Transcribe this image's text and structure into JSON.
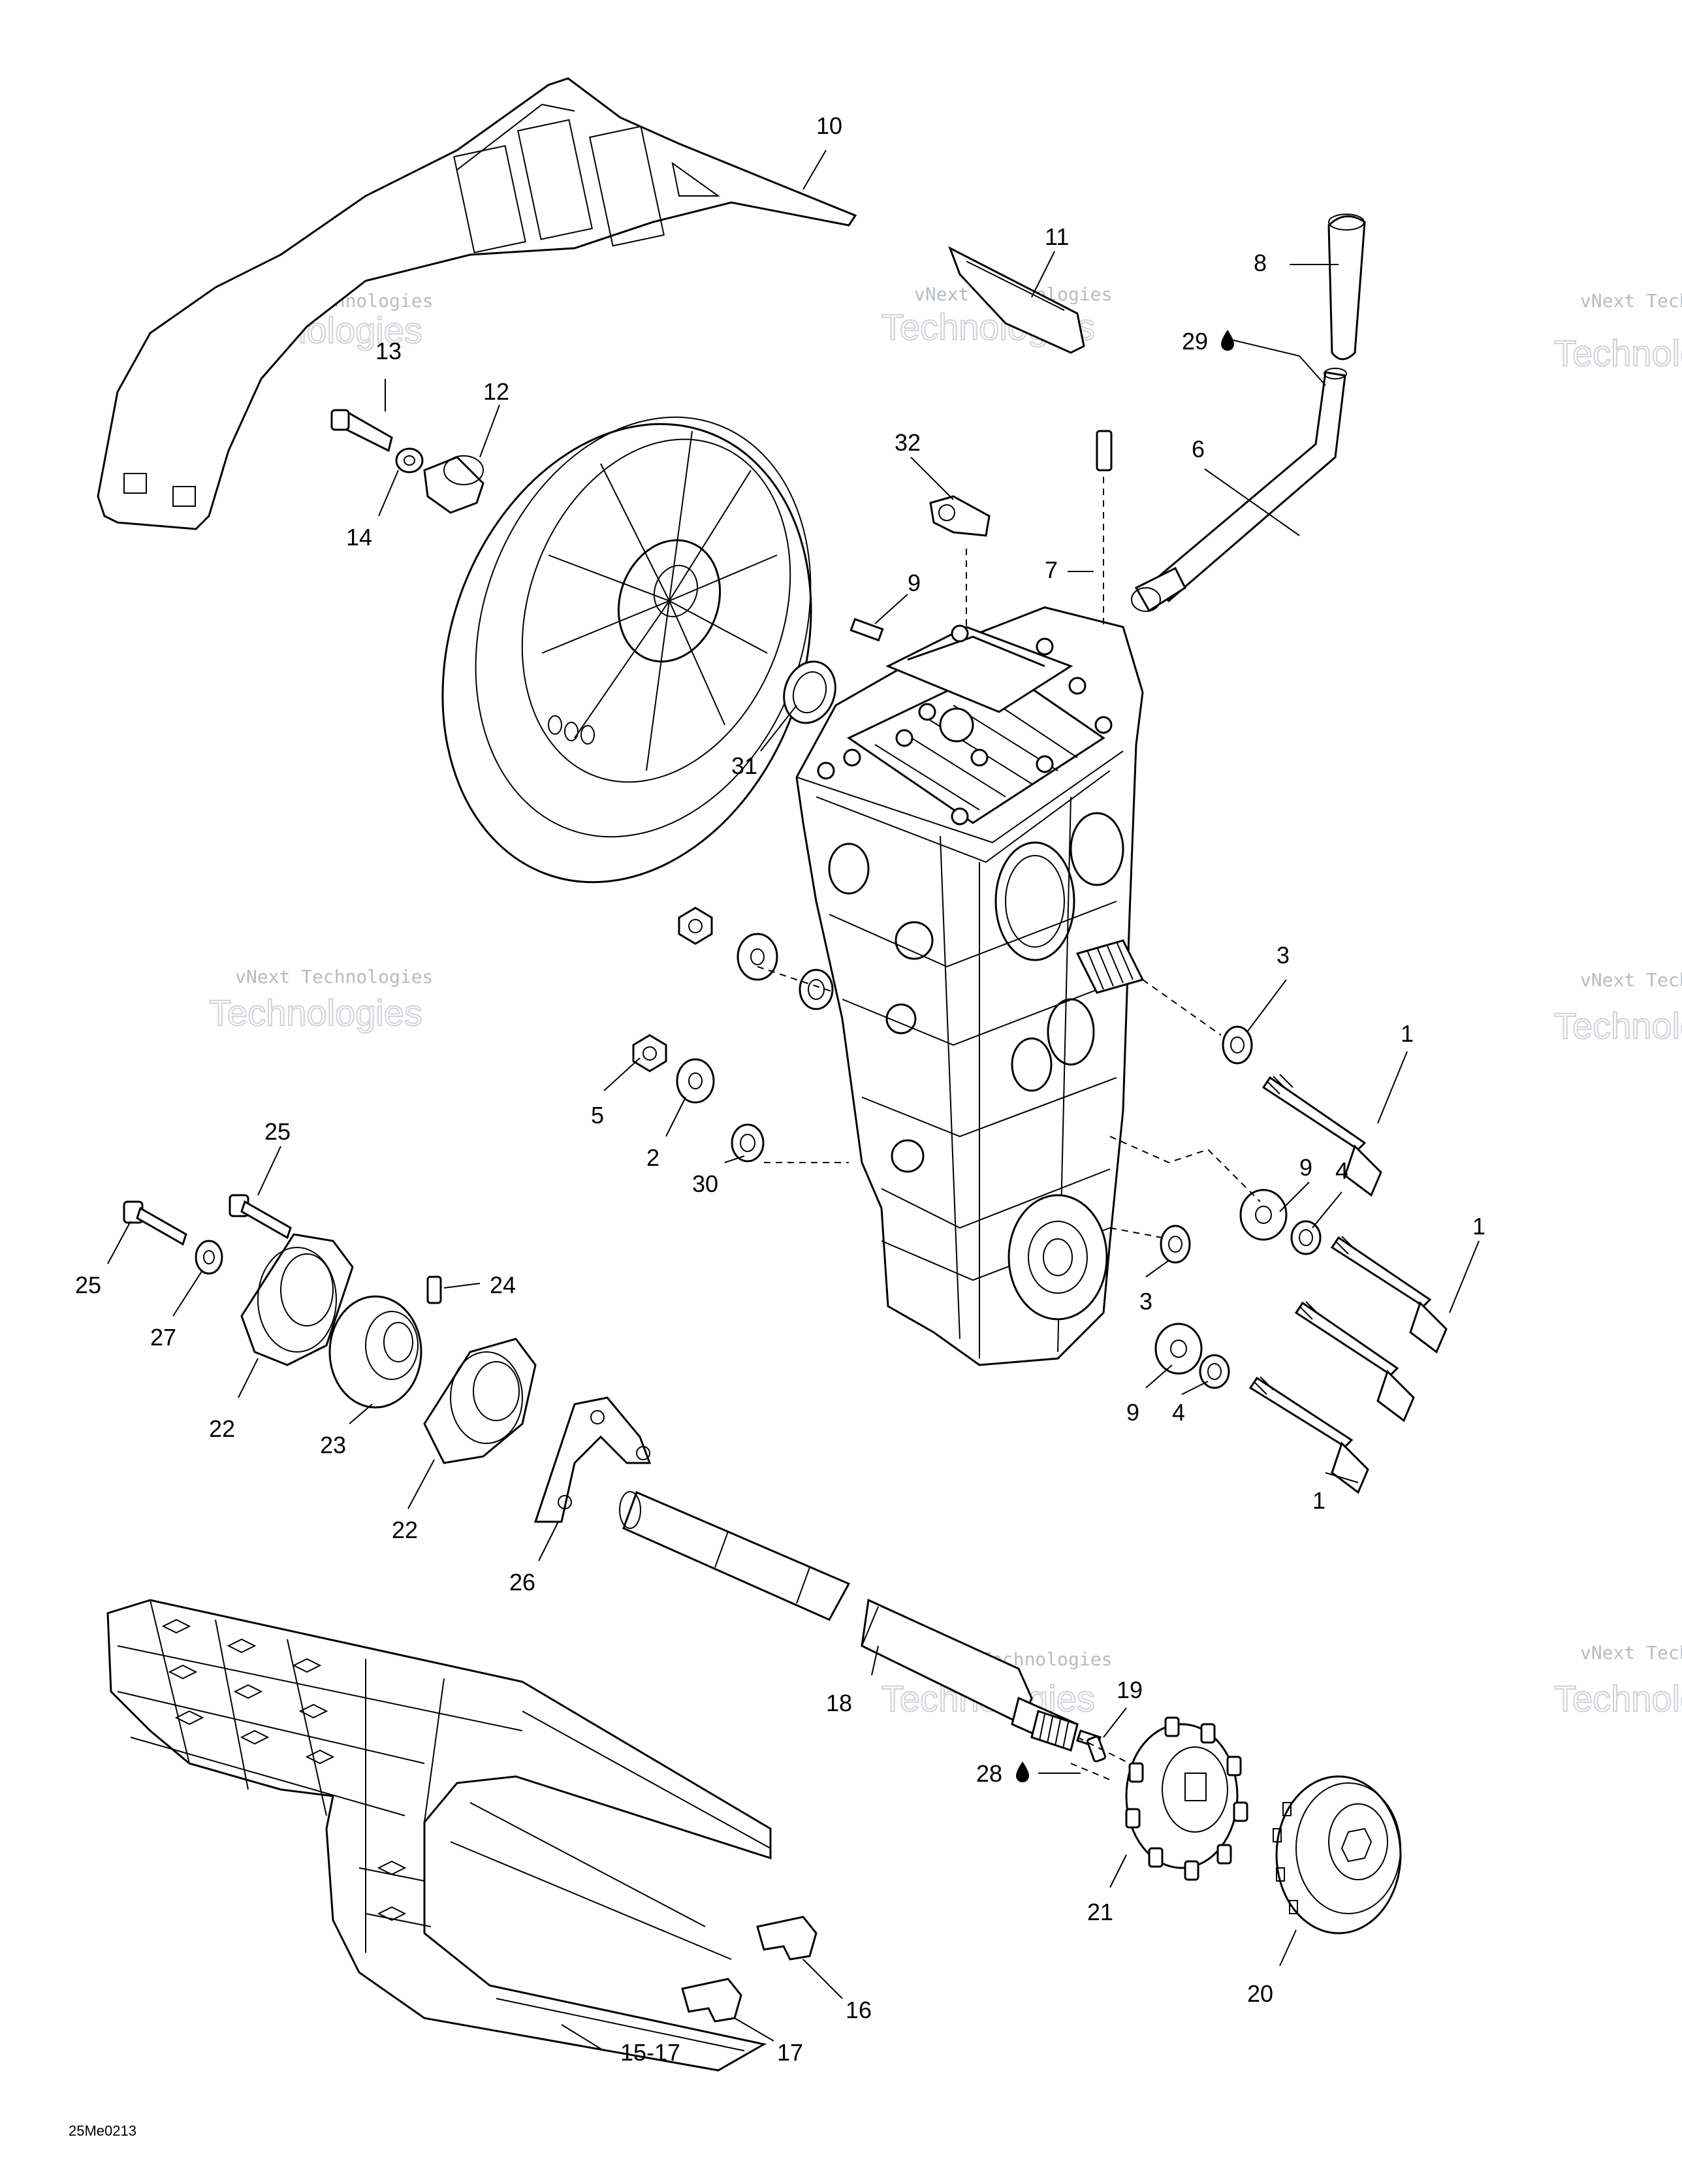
{
  "diagram": {
    "drawing_code": "25Me0213",
    "watermark_line1": "vNext Technologies",
    "watermark_line2": "vNext",
    "watermark_line3": "Technologies",
    "oil_icon": "oil-drop-icon",
    "callouts": {
      "c1a": "1",
      "c1b": "1",
      "c1c": "1",
      "c2": "2",
      "c3a": "3",
      "c3b": "3",
      "c4a": "4",
      "c4b": "4",
      "c5": "5",
      "c6": "6",
      "c7": "7",
      "c8": "8",
      "c9a": "9",
      "c9b": "9",
      "c9c": "9",
      "c10": "10",
      "c11": "11",
      "c12": "12",
      "c13": "13",
      "c14": "14",
      "c15": "15-17",
      "c16": "16",
      "c17": "17",
      "c18": "18",
      "c19": "19",
      "c20": "20",
      "c21": "21",
      "c22a": "22",
      "c22b": "22",
      "c23": "23",
      "c24": "24",
      "c25a": "25",
      "c25b": "25",
      "c26": "26",
      "c27": "27",
      "c28": "28",
      "c29": "29",
      "c30": "30",
      "c31": "31",
      "c32": "32"
    }
  }
}
